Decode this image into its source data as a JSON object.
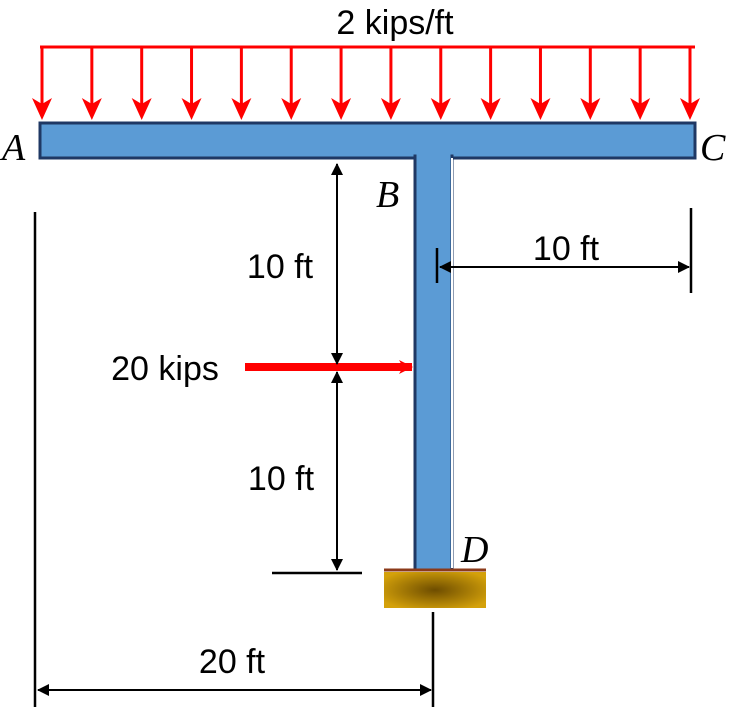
{
  "labels": {
    "distributed_load": "2 kips/ft",
    "point_load": "20 kips",
    "dim_upper": "10 ft",
    "dim_lower": "10 ft",
    "dim_right": "10 ft",
    "dim_base": "20 ft"
  },
  "points": {
    "a": "A",
    "b": "B",
    "c": "C",
    "d": "D"
  },
  "colors": {
    "member_fill": "#5b9bd5",
    "member_edge": "#1f3864",
    "load_arrow": "#ff0000",
    "support": "#c99a06",
    "support_shadow": "#7a5a00",
    "dimension": "#000000"
  }
}
